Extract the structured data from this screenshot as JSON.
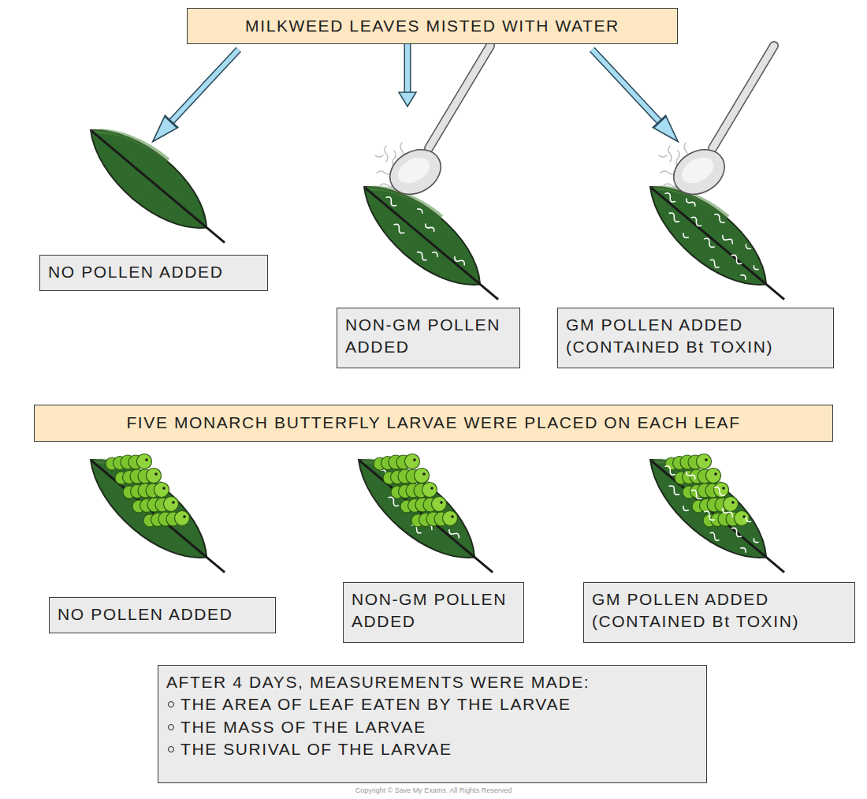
{
  "diagram": {
    "nodes": [
      {
        "text": [
          "MILKWEED LEAVES MISTED WITH WATER"
        ]
      },
      {
        "text": [
          "NO POLLEN ADDED"
        ]
      },
      {
        "text": [
          "NON-GM POLLEN ADDED"
        ]
      },
      {
        "text": [
          "GM POLLEN ADDED (CONTAINED Bt TOXIN)"
        ]
      },
      {
        "text": [
          "FIVE MONARCH BUTTERFLY LARVAE WERE PLACED ON EACH LEAF"
        ]
      },
      {
        "text": [
          "NO POLLEN ADDED"
        ]
      },
      {
        "text": [
          "NON-GM POLLEN ADDED"
        ]
      },
      {
        "text": [
          "GM POLLEN ADDED (CONTAINED Bt TOXIN)"
        ]
      },
      {
        "text": [
          "AFTER 4 DAYS, MEASUREMENTS WERE MADE:",
          "THE AREA OF LEAF EATEN BY THE LARVAE",
          "THE MASS OF THE LARVAE",
          "THE SURIVAL OF THE LARVAE"
        ]
      }
    ],
    "labels": [
      "Copyright © Save My Exams. All Rights Reserved"
    ]
  }
}
